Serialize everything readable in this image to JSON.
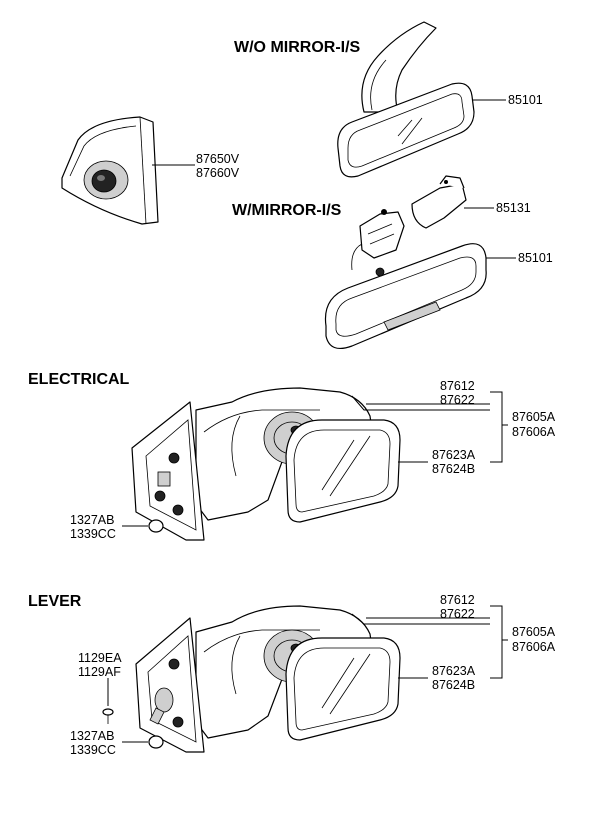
{
  "sections": {
    "wo_mirror_is": "W/O MIRROR-I/S",
    "w_mirror_is": "W/MIRROR-I/S",
    "electrical": "ELECTRICAL",
    "lever": "LEVER"
  },
  "parts": {
    "p87650V": "87650V",
    "p87660V": "87660V",
    "p85101_top": "85101",
    "p85131": "85131",
    "p85101_mid": "85101",
    "elec_87612": "87612",
    "elec_87622": "87622",
    "elec_87605A": "87605A",
    "elec_87606A": "87606A",
    "elec_87623A": "87623A",
    "elec_87624B": "87624B",
    "elec_1327AB": "1327AB",
    "elec_1339CC": "1339CC",
    "lever_87612": "87612",
    "lever_87622": "87622",
    "lever_87605A": "87605A",
    "lever_87606A": "87606A",
    "lever_87623A": "87623A",
    "lever_87624B": "87624B",
    "lever_1129EA": "1129EA",
    "lever_1129AF": "1129AF",
    "lever_1327AB": "1327AB",
    "lever_1339CC": "1339CC"
  }
}
